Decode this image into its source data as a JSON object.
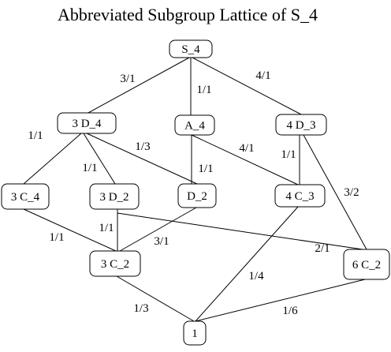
{
  "title": "Abbreviated Subgroup Lattice of S_4",
  "nodes": [
    {
      "id": "S4",
      "label": "S_4"
    },
    {
      "id": "D4",
      "label": "3 D_4"
    },
    {
      "id": "A4",
      "label": "A_4"
    },
    {
      "id": "D3",
      "label": "4 D_3"
    },
    {
      "id": "C4",
      "label": "3 C_4"
    },
    {
      "id": "D2a",
      "label": "3 D_2"
    },
    {
      "id": "D2b",
      "label": "D_2"
    },
    {
      "id": "C3",
      "label": "4 C_3"
    },
    {
      "id": "C2a",
      "label": "3 C_2"
    },
    {
      "id": "C2b",
      "label": "6 C_2"
    },
    {
      "id": "one",
      "label": "1"
    }
  ],
  "edges": [
    {
      "from": "S4",
      "to": "D4",
      "label": "3/1"
    },
    {
      "from": "S4",
      "to": "A4",
      "label": "1/1"
    },
    {
      "from": "S4",
      "to": "D3",
      "label": "4/1"
    },
    {
      "from": "D4",
      "to": "C4",
      "label": "1/1"
    },
    {
      "from": "D4",
      "to": "D2a",
      "label": "1/1"
    },
    {
      "from": "D4",
      "to": "D2b",
      "label": "1/3"
    },
    {
      "from": "A4",
      "to": "D2b",
      "label": "1/1"
    },
    {
      "from": "A4",
      "to": "C3",
      "label": "4/1"
    },
    {
      "from": "D3",
      "to": "C3",
      "label": "1/1"
    },
    {
      "from": "D3",
      "to": "C2b",
      "label": "3/2"
    },
    {
      "from": "C4",
      "to": "C2a",
      "label": "1/1"
    },
    {
      "from": "D2a",
      "to": "C2a",
      "label": "1/1"
    },
    {
      "from": "D2b",
      "to": "C2a",
      "label": "3/1"
    },
    {
      "from": "D2a",
      "to": "C2b",
      "label": "2/1"
    },
    {
      "from": "C3",
      "to": "one",
      "label": "1/4"
    },
    {
      "from": "C2a",
      "to": "one",
      "label": "1/3"
    },
    {
      "from": "C2b",
      "to": "one",
      "label": "1/6"
    }
  ]
}
